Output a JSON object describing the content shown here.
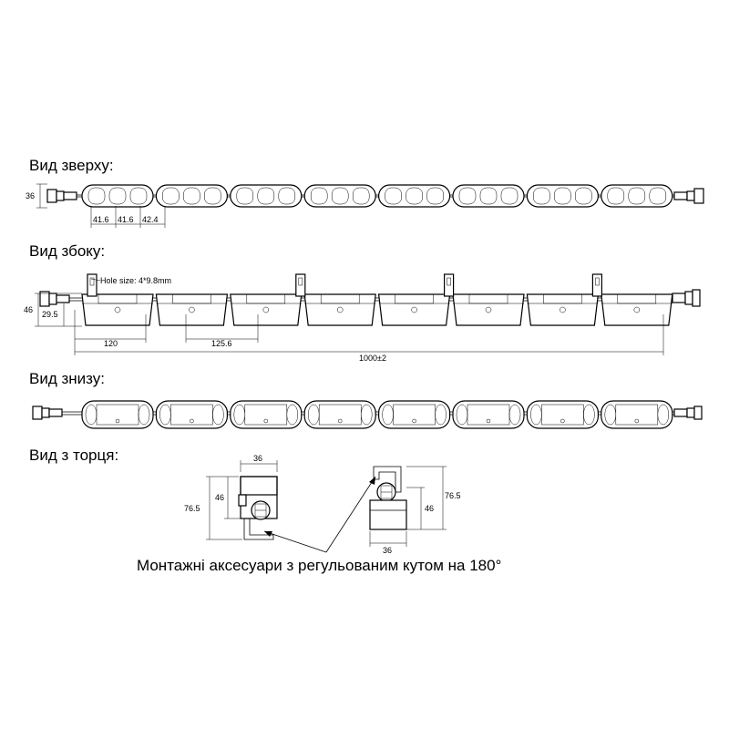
{
  "headings": {
    "top": "Вид зверху:",
    "side": "Вид збоку:",
    "bottom": "Вид знизу:",
    "end": "Вид з торця:"
  },
  "top_view": {
    "height": "36",
    "pitch_1": "41.6",
    "pitch_2": "41.6",
    "pitch_3": "42.4",
    "module_count": 8,
    "leds_per_module": 3
  },
  "side_view": {
    "hole_size": "Hole size: 4*9.8mm",
    "height": "46",
    "base_height": "29.5",
    "first_offset": "120",
    "spacing": "125.6",
    "total_length": "1000±2"
  },
  "end_view": {
    "width_left": "36",
    "height_left": "46",
    "total_left": "76.5",
    "width_right": "36",
    "height_right": "46",
    "total_right": "76.5"
  },
  "caption": "Монтажні аксесуари з регульованим кутом на 180°"
}
